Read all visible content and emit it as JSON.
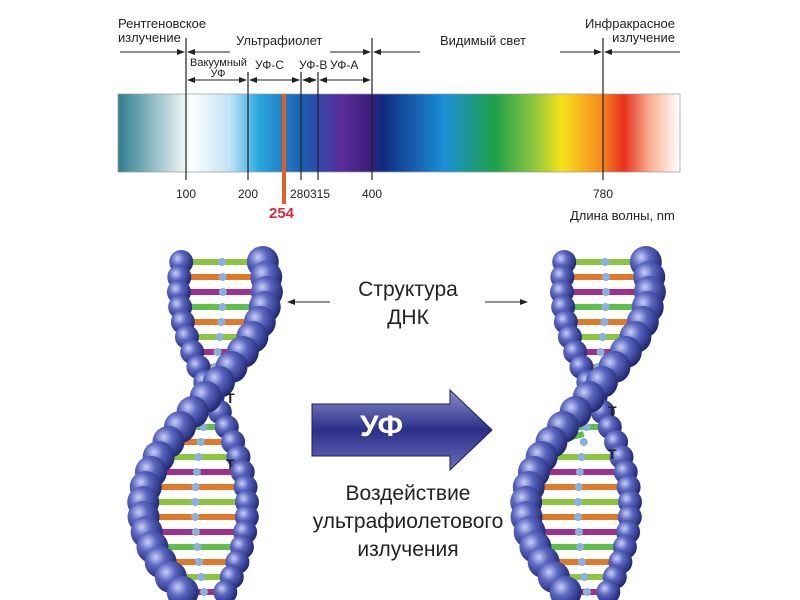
{
  "spectrum": {
    "regions": {
      "xray": "Рентгеновское излучение",
      "xray_line1": "Рентгеновское",
      "xray_line2": "излучение",
      "uv": "Ультрафиолет",
      "visible": "Видимый свет",
      "ir_line1": "Инфракрасное",
      "ir_line2": "излучение"
    },
    "uv_bands": {
      "vacuum_line1": "Вакуумный",
      "vacuum_line2": "УФ",
      "uvc": "УФ-С",
      "uvb": "УФ-В",
      "uva": "УФ-А"
    },
    "ticks": [
      "100",
      "200",
      "280",
      "315",
      "400",
      "780"
    ],
    "highlight": "254",
    "axis_label": "Длина волны, nm",
    "highlight_color": "#e0442a"
  },
  "dna": {
    "structure_line1": "Структура",
    "structure_line2": "ДНК",
    "arrow_label": "УФ",
    "effect_line1": "Воздействие",
    "effect_line2": "ультрафиолетового",
    "effect_line3": "излучения",
    "base_label": "T"
  }
}
